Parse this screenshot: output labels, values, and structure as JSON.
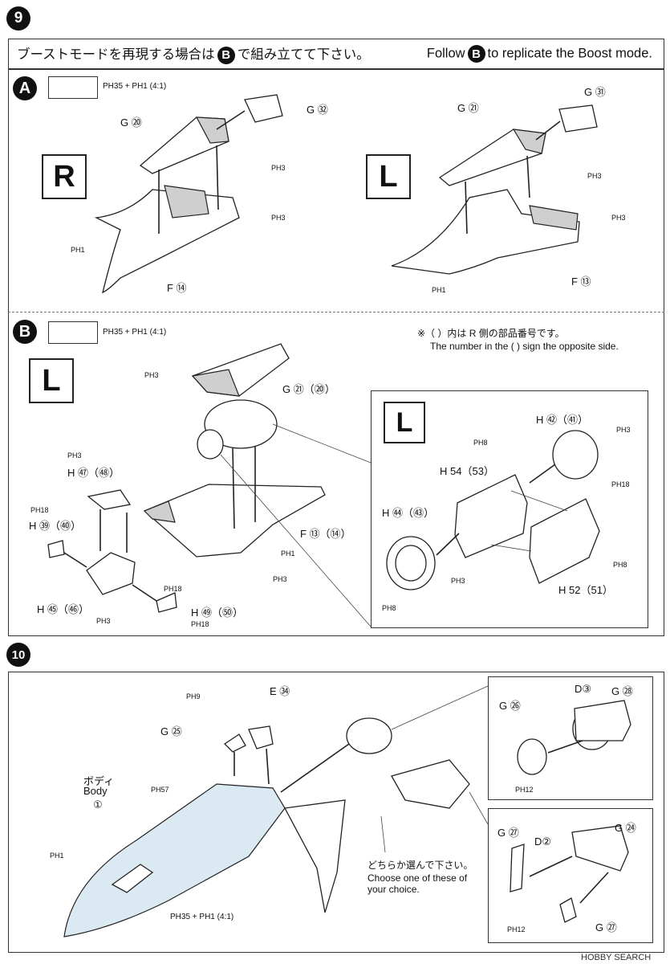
{
  "step9": {
    "number": "9",
    "banner_jp": "ブーストモードを再現する場合は",
    "banner_jp_badge": "B",
    "banner_jp_tail": "で組み立てて下さい。",
    "banner_en_pre": "Follow",
    "banner_en_badge": "B",
    "banner_en_post": "to replicate the Boost mode."
  },
  "sectionA": {
    "badge": "A",
    "paint_mix": "PH35 + PH1 (4:1)",
    "right": {
      "side": "R",
      "labels": [
        "G ⑳",
        "G ㉜",
        "PH3",
        "PH3",
        "PH1",
        "F ⑭"
      ]
    },
    "left": {
      "side": "L",
      "labels": [
        "G ㉑",
        "G ㉛",
        "PH3",
        "PH3",
        "PH1",
        "F ⑬"
      ]
    }
  },
  "sectionB": {
    "badge": "B",
    "paint_mix": "PH35 + PH1 (4:1)",
    "side": "L",
    "note_jp": "※（ ）内は R 側の部品番号です。",
    "note_en": "The number in the ( ) sign the opposite side.",
    "labels": [
      "PH3",
      "G ㉑（⑳）",
      "PH3",
      "H ㊼（㊽）",
      "PH18",
      "H ㊴（㊵）",
      "F ⑬（⑭）",
      "PH1",
      "PH3",
      "PH18",
      "H ㊺（㊻）",
      "PH3",
      "H ㊾（㊿）",
      "PH18"
    ],
    "detail": {
      "side": "L",
      "labels": [
        "H ㊷（㊶）",
        "PH3",
        "PH8",
        "H 54（53）",
        "PH18",
        "H ㊹（㊸）",
        "PH8",
        "PH3",
        "PH8",
        "H 52（51）"
      ]
    }
  },
  "step10": {
    "number": "10",
    "labels": [
      "PH9",
      "E ㉞",
      "G ㉕",
      "ボディ",
      "Body",
      "①",
      "PH57",
      "PH1",
      "PH35 + PH1 (4:1)"
    ],
    "choice_jp": "どちらか選んで下さい。",
    "choice_en": "Choose one of these of your choice.",
    "detail_top": [
      "D③",
      "G ㉘",
      "G ㉖",
      "PH12"
    ],
    "detail_bottom": [
      "G ㉗",
      "D②",
      "G ㉔",
      "G ㉗",
      "PH12"
    ]
  },
  "watermark": "HOBBY SEARCH"
}
